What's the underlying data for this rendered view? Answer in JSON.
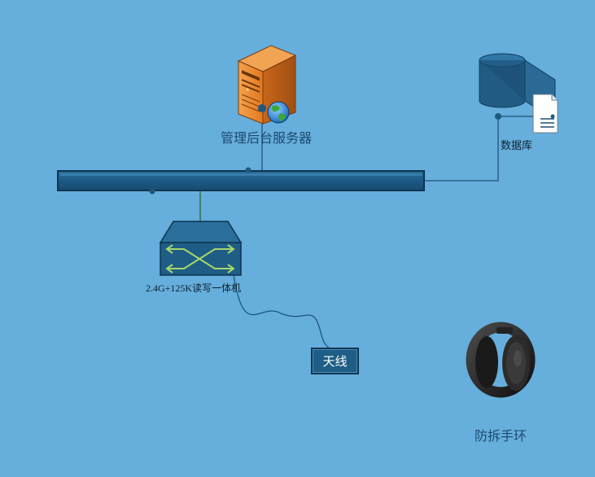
{
  "nodes": {
    "server": {
      "label": "管理后台服务器",
      "icon": "server-icon"
    },
    "database": {
      "label": "数据库",
      "icon": "database-icon"
    },
    "reader": {
      "label": "2.4G+125K读写一体机",
      "icon": "switch-icon"
    },
    "antenna": {
      "label": "天线"
    },
    "wristband": {
      "label": "防拆手环",
      "icon": "wristband-icon"
    },
    "bus": {
      "icon": "network-bus"
    }
  },
  "edges": [
    {
      "from": "server",
      "to": "bus"
    },
    {
      "from": "database",
      "to": "bus"
    },
    {
      "from": "bus",
      "to": "reader"
    },
    {
      "from": "reader",
      "to": "antenna"
    }
  ],
  "colors": {
    "background": "#66aedc",
    "bus": "#1e5d86",
    "line": "#2b5f86",
    "server_body": "#e8822a"
  }
}
